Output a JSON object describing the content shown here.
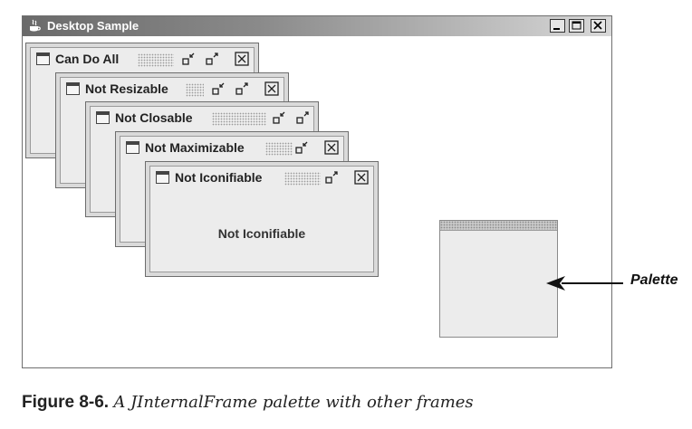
{
  "window": {
    "title": "Desktop Sample",
    "buttons": [
      "minimize-icon",
      "maximize-icon",
      "close-icon"
    ]
  },
  "frames": [
    {
      "title": "Can Do All",
      "controls": [
        "iconify-icon",
        "maximize-icon",
        "close-icon"
      ]
    },
    {
      "title": "Not Resizable",
      "controls": [
        "iconify-icon",
        "maximize-icon",
        "close-icon"
      ]
    },
    {
      "title": "Not Closable",
      "controls": [
        "iconify-icon",
        "maximize-icon"
      ]
    },
    {
      "title": "Not Maximizable",
      "controls": [
        "iconify-icon",
        "close-icon"
      ]
    },
    {
      "title": "Not Iconifiable",
      "controls": [
        "maximize-icon",
        "close-icon"
      ],
      "body_text": "Not Iconifiable"
    }
  ],
  "palette": {
    "annotation": "Palette"
  },
  "caption": {
    "number": "Figure 8-6.",
    "text": "A JInternalFrame palette with other frames"
  }
}
